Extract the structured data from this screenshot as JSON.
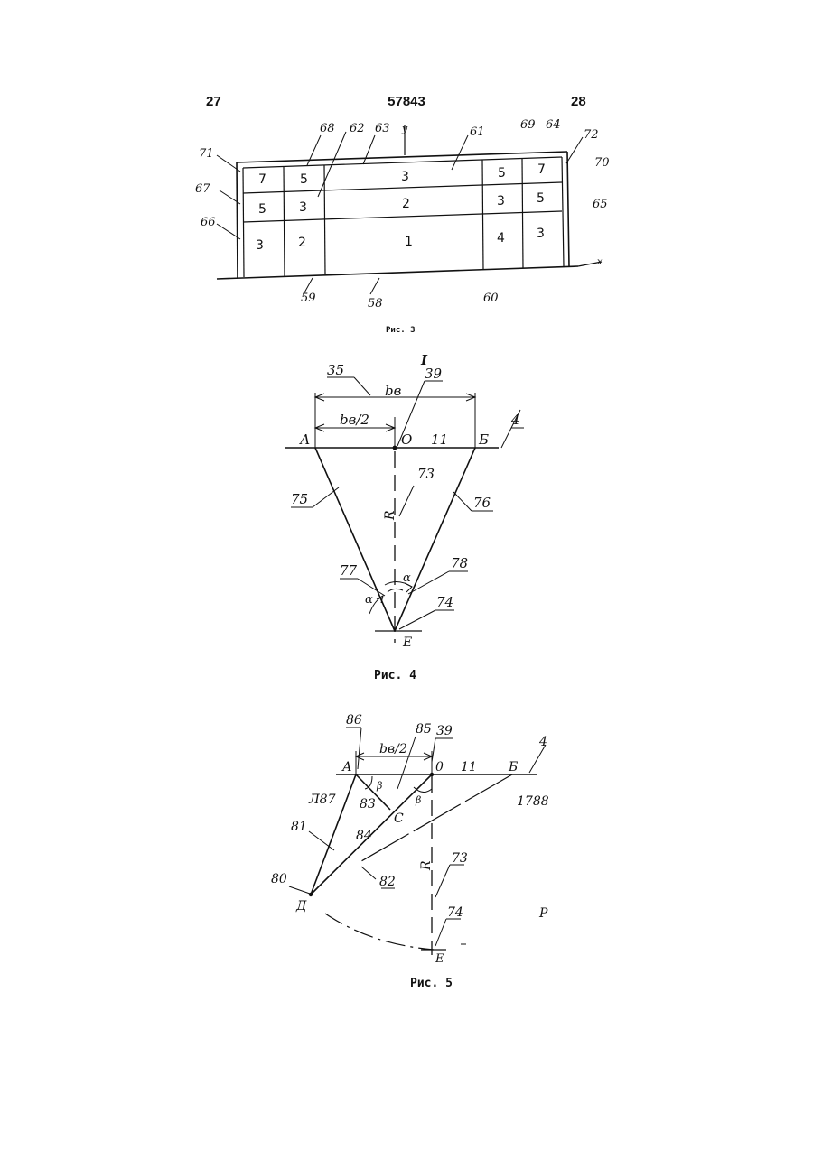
{
  "header": {
    "left_page": "27",
    "doc_number": "57843",
    "right_page": "28"
  },
  "fig3": {
    "caption": "Рис. 3",
    "refs": {
      "r71": "71",
      "r67": "67",
      "r66": "66",
      "r68": "68",
      "r62": "62",
      "r63": "63",
      "r_y": "у",
      "r61": "61",
      "r69": "69",
      "r64": "64",
      "r72": "72",
      "r70": "70",
      "r65": "65",
      "r59": "59",
      "r58": "58",
      "r60": "60",
      "r_x": "x"
    },
    "cells": {
      "c1r1": "7",
      "c1r2": "5",
      "c1r3": "3",
      "c2r1": "5",
      "c2r2": "3",
      "c2r3": "2",
      "c3r1": "3",
      "c3r2": "2",
      "c3r3": "1",
      "c4r1": "5",
      "c4r2": "3",
      "c4r3": "4",
      "c5r1": "7",
      "c5r2": "5",
      "c5r3": "3"
    }
  },
  "fig4": {
    "caption": "Рис. 4",
    "labels": {
      "I": "I",
      "r35": "35",
      "bv": "bв",
      "r39": "39",
      "bv2": "bв/2",
      "A": "А",
      "O": "О",
      "r11": "11",
      "B": "Б",
      "r4": "4",
      "r73": "73",
      "R": "R",
      "r75": "75",
      "r76": "76",
      "r77": "77",
      "r78": "78",
      "r74": "74",
      "alpha_l": "α",
      "alpha_r": "α",
      "E": "Е"
    }
  },
  "fig5": {
    "caption": "Рис. 5",
    "labels": {
      "r86": "86",
      "r85": "85",
      "r39": "39",
      "r4": "4",
      "bv2": "bв/2",
      "A": "А",
      "O": "0",
      "r11": "11",
      "B": "Б",
      "beta_l": "β",
      "beta_r": "β",
      "C": "С",
      "r83": "83",
      "r84": "84",
      "r87": "Л87",
      "r88": "1788",
      "r81": "81",
      "r82": "82",
      "R": "R",
      "r73": "73",
      "r80": "80",
      "D": "Д",
      "r74": "74",
      "E": "Е",
      "P": "Р"
    }
  }
}
